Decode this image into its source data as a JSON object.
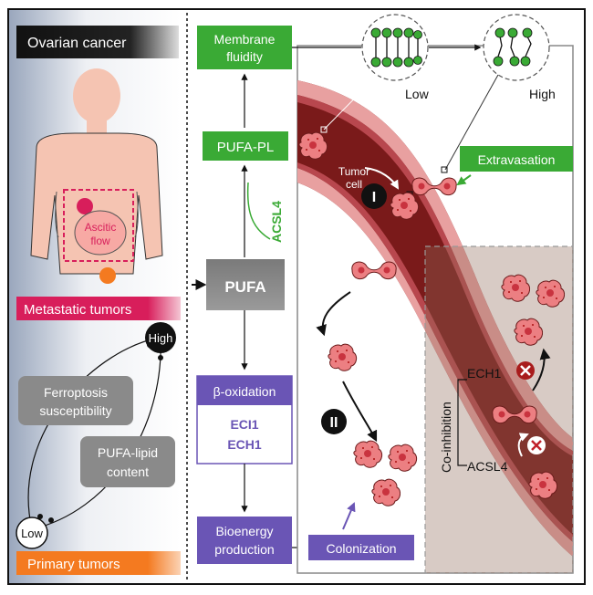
{
  "left_panel": {
    "header": "Ovarian cancer",
    "ascitic_flow": [
      "Ascitic",
      "flow"
    ],
    "metastatic_label": "Metastatic tumors",
    "primary_label": "Primary tumors",
    "high_label": "High",
    "low_label": "Low",
    "ferroptosis_label": [
      "Ferroptosis",
      "susceptibility"
    ],
    "pufa_lipid_label": [
      "PUFA-lipid",
      "content"
    ]
  },
  "pathway": {
    "membrane_fluidity": [
      "Membrane",
      "fluidity"
    ],
    "pufa_pl": "PUFA-PL",
    "acsl4": "ACSL4",
    "pufa": "PUFA",
    "beta_oxidation": "β-oxidation",
    "eci1": "ECI1",
    "ech1": "ECH1",
    "bioenergy": [
      "Bioenergy",
      "production"
    ],
    "colonization": "Colonization"
  },
  "vessel_panel": {
    "low": "Low",
    "high": "High",
    "tumor_cell": [
      "Tumor",
      "cell"
    ],
    "extravasation": "Extravasation",
    "step_one": "I",
    "step_two": "II",
    "co_inhibition": "Co-inhibition",
    "ech1": "ECH1",
    "acsl4": "ACSL4"
  },
  "colors": {
    "green": "#3aaa35",
    "purple": "#6a55b5",
    "pink": "#d81e5b",
    "orange": "#f47a20",
    "gray": "#8a8a8a",
    "vessel_dark": "#7a1a1a",
    "vessel_light": "#e8a0a0"
  }
}
